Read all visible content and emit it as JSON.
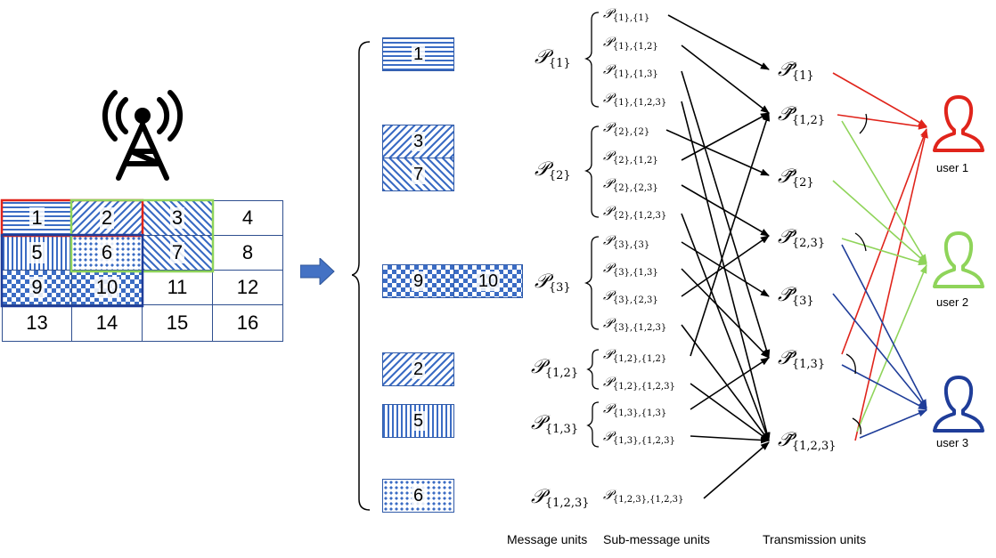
{
  "grid": [
    "1",
    "2",
    "3",
    "4",
    "5",
    "6",
    "7",
    "8",
    "9",
    "10",
    "11",
    "12",
    "13",
    "14",
    "15",
    "16"
  ],
  "blocks": {
    "b1": "1",
    "b37a": "3",
    "b37b": "7",
    "b9": "9",
    "b10": "10",
    "b2": "2",
    "b5": "5",
    "b6": "6"
  },
  "message_units": {
    "p1": "{1}",
    "p2": "{2}",
    "p3": "{3}",
    "p12": "{1,2}",
    "p13": "{1,3}",
    "p123": "{1,2,3}"
  },
  "sub_message_units": [
    "{1},{1}",
    "{1},{1,2}",
    "{1},{1,3}",
    "{1},{1,2,3}",
    "{2},{2}",
    "{2},{1,2}",
    "{2},{2,3}",
    "{2},{1,2,3}",
    "{3},{3}",
    "{3},{1,3}",
    "{3},{2,3}",
    "{3},{1,2,3}",
    "{1,2},{1,2}",
    "{1,2},{1,2,3}",
    "{1,3},{1,3}",
    "{1,3},{1,2,3}",
    "{1,2,3},{1,2,3}"
  ],
  "transmission_units": [
    "{1}",
    "{1,2}",
    "{2}",
    "{2,3}",
    "{3}",
    "{1,3}",
    "{1,2,3}"
  ],
  "users": [
    "user 1",
    "user 2",
    "user 3"
  ],
  "footer": {
    "message_units": "Message units",
    "sub_message_units": "Sub-message units",
    "transmission_units": "Transmission units"
  },
  "colors": {
    "user1": "#e0241b",
    "user2": "#8fd45a",
    "user3": "#1f3d99",
    "grid_border": "#2f4f8f",
    "pattern": "#3b6cc4"
  }
}
